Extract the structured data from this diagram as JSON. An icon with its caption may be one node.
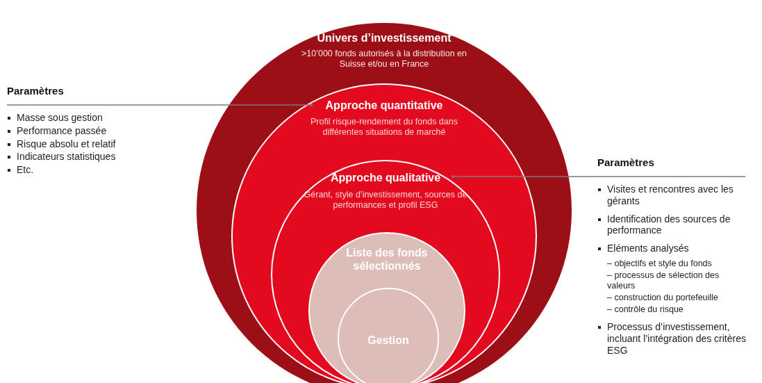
{
  "diagram": {
    "nodes": [
      {
        "text": [
          "Univers d’investissement",
          ">10’000 fonds autorisés à la distribution en Suisse et/ou en France"
        ]
      },
      {
        "text": [
          "Approche quantitative",
          "Profil risque-rendement du fonds dans différentes situations de marché"
        ],
        "in": 0
      },
      {
        "text": [
          "Approche qualitative",
          "Gérant, style d’investissement, sources de performances et profil ESG"
        ],
        "in": 1
      },
      {
        "text": [
          "Liste des fonds sélectionnés"
        ],
        "in": 2
      },
      {
        "text": [
          "Gestion"
        ],
        "in": 3
      },
      {
        "text": [
          "Paramètres",
          "Masse sous gestion",
          "Performance passée",
          "Risque absolu et relatif",
          "Indicateurs statistiques",
          "Etc."
        ]
      },
      {
        "text": [
          "Paramètres",
          "Visites et rencontres avec les gérants",
          "Identification des sources de performance",
          "Eléments analysés",
          "– objectifs et style du fonds",
          "– processus de sélection des valeurs",
          "– construction du portefeuille",
          "– contrôle du risque",
          "Processus d’investissement, incluant l’intégration des critères ESG"
        ]
      }
    ],
    "edges": [
      {
        "from": 5,
        "to": 1,
        "arrow": "other"
      },
      {
        "from": 6,
        "to": 2,
        "arrow": "other"
      }
    ]
  }
}
